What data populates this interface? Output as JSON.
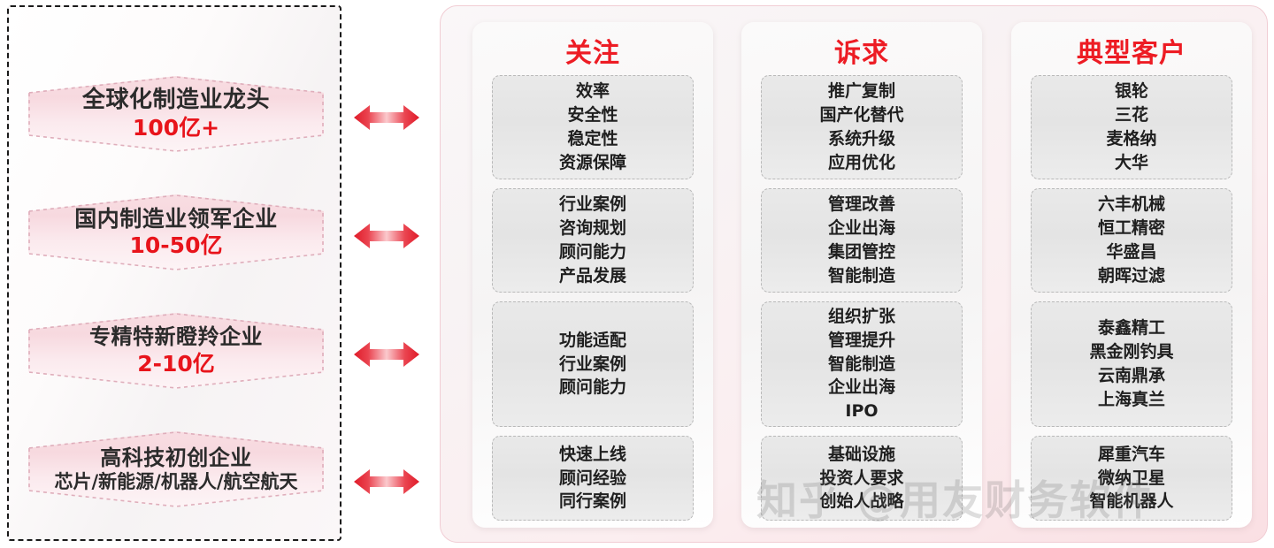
{
  "left_panel": {
    "tiers": [
      {
        "name": "全球化制造业龙头",
        "scale": "100亿+"
      },
      {
        "name": "国内制造业领军企业",
        "scale": "10-50亿"
      },
      {
        "name": "专精特新瞪羚企业",
        "scale": "2-10亿"
      },
      {
        "name": "高科技初创企业",
        "scale": "芯片/新能源/机器人/航空航天"
      }
    ]
  },
  "connectors": {
    "icon": "double-arrow-icon",
    "count": 4,
    "color": "#e8353f"
  },
  "right_panel": {
    "columns": [
      {
        "title": "关注",
        "cells": [
          {
            "items": [
              "效率",
              "安全性",
              "稳定性",
              "资源保障"
            ]
          },
          {
            "items": [
              "行业案例",
              "咨询规划",
              "顾问能力",
              "产品发展"
            ]
          },
          {
            "items": [
              "功能适配",
              "行业案例",
              "顾问能力"
            ]
          },
          {
            "items": [
              "快速上线",
              "顾问经验",
              "同行案例"
            ]
          }
        ]
      },
      {
        "title": "诉求",
        "cells": [
          {
            "items": [
              "推广复制",
              "国产化替代",
              "系统升级",
              "应用优化"
            ]
          },
          {
            "items": [
              "管理改善",
              "企业出海",
              "集团管控",
              "智能制造"
            ]
          },
          {
            "items": [
              "组织扩张",
              "管理提升",
              "智能制造",
              "企业出海",
              "IPO"
            ]
          },
          {
            "items": [
              "基础设施",
              "投资人要求",
              "创始人战略"
            ]
          }
        ]
      },
      {
        "title": "典型客户",
        "cells": [
          {
            "items": [
              "银轮",
              "三花",
              "麦格纳",
              "大华"
            ]
          },
          {
            "items": [
              "六丰机械",
              "恒工精密",
              "华盛昌",
              "朝晖过滤"
            ]
          },
          {
            "items": [
              "泰鑫精工",
              "黑金刚钓具",
              "云南鼎承",
              "上海真兰"
            ]
          },
          {
            "items": [
              "犀重汽车",
              "微纳卫星",
              "智能机器人"
            ]
          }
        ]
      }
    ]
  },
  "watermark": {
    "text": "知乎 @用友财务软件"
  },
  "colors": {
    "accent_red": "#ed1c24",
    "tier_pink": "#f7d9df",
    "panel_border": "#f1cdd4",
    "cell_gray": "#e7e7e7"
  }
}
